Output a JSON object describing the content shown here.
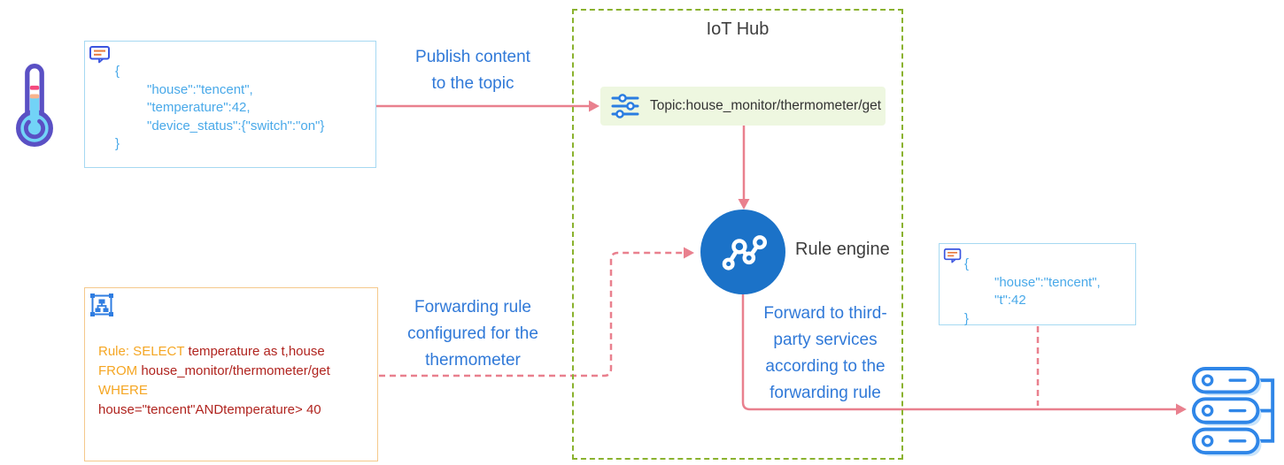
{
  "colors": {
    "arrow_pink": "#e9808e",
    "hub_border_green": "#8ab22e",
    "label_blue": "#3079d8",
    "json_blue": "#49a9e9",
    "keyword_orange": "#f5a623",
    "rule_value_red": "#b0241f",
    "engine_circle_blue": "#1b72c8",
    "topic_bg_green": "#eef7e0",
    "server_icon_blue": "#2f86e8",
    "thermometer_outline": "#5a50c4",
    "thermometer_fill": "#72d3f7"
  },
  "device_message": {
    "icon": "comment-icon",
    "lines": [
      "{",
      "\"house\":\"tencent\",",
      "\"temperature\":42,",
      "\"device_status\":{\"switch\":\"on\"}",
      "}"
    ]
  },
  "labels": {
    "publish": "Publish content\nto the topic",
    "forwarding_rule": "Forwarding rule\nconfigured for the\nthermometer",
    "forward_third_party": "Forward to third-\nparty services\naccording to the\nforwarding rule"
  },
  "hub": {
    "title": "IoT Hub",
    "topic": {
      "icon": "sliders-icon",
      "text": "Topic:house_monitor/thermometer/get"
    },
    "rule_engine_label": "Rule engine"
  },
  "rule_box": {
    "icon": "sitemap-icon",
    "line1_keyword": "Rule: SELECT ",
    "line1_value": "temperature as t,house",
    "line2_keyword": "FROM ",
    "line2_value": "house_monitor/thermometer/get",
    "line3_keyword": "WHERE",
    "line4_value": "house=\"tencent\"ANDtemperature> 40"
  },
  "output_message": {
    "icon": "comment-icon",
    "lines": [
      "{",
      "\"house\":\"tencent\",",
      "\"t\":42",
      "}"
    ]
  }
}
